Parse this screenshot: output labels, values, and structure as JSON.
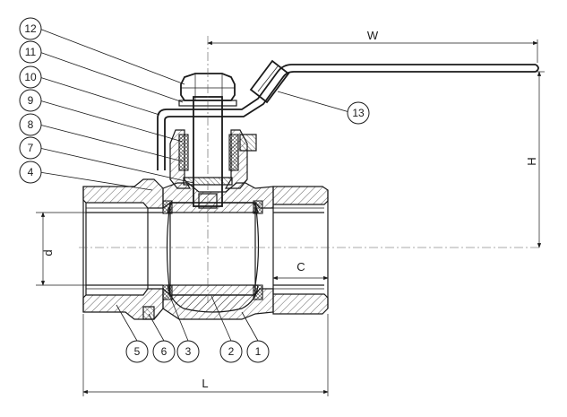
{
  "part_callouts": [
    "12",
    "11",
    "10",
    "9",
    "8",
    "7",
    "4",
    "13",
    "5",
    "6",
    "3",
    "2",
    "1"
  ],
  "dimensions": {
    "width": "W",
    "height": "H",
    "length": "L",
    "bore": "d",
    "thread_length": "C"
  }
}
